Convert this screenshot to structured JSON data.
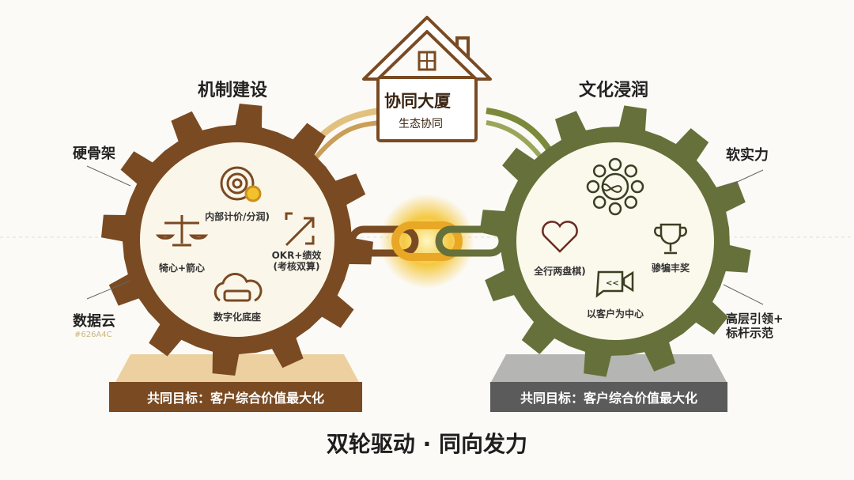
{
  "house": {
    "title": "协同大厦",
    "subtitle": "生态协同"
  },
  "left_gear": {
    "title": "机制建设",
    "side_top": "硬骨架",
    "side_bottom": "数据云",
    "side_bottom_note": "#626A4C",
    "items": [
      "内部计价/分润)",
      "OKR+绩效\n(考核双算)",
      "犄心+箭心",
      "数字化底座"
    ],
    "goal": "共同目标：客户综合价值最大化",
    "color": "#7a4a22"
  },
  "right_gear": {
    "title": "文化浸润",
    "side_top": "软实力",
    "side_bottom": "高层引领+\n标杆示范",
    "items": [
      "全行两盘棋)",
      "骖犏丰奖",
      "以客户为中心"
    ],
    "goal": "共同目标：客户综合价值最大化",
    "color": "#66703a"
  },
  "footer": {
    "title": "双轮驱动 · 同向发力"
  }
}
